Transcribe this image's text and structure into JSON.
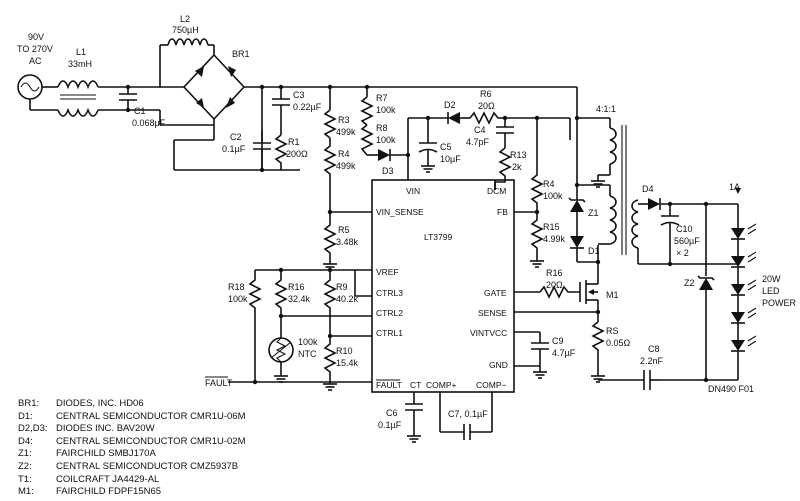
{
  "input": {
    "line1": "90V",
    "line2": "TO 270V",
    "line3": "AC"
  },
  "components": {
    "L1": [
      "L1",
      "33mH"
    ],
    "L2": [
      "L2",
      "750µH"
    ],
    "BR1": [
      "BR1"
    ],
    "C1": [
      "C1",
      "0.068µF"
    ],
    "C2": [
      "C2",
      "0.1µF"
    ],
    "R1": [
      "R1",
      "200Ω"
    ],
    "C3": [
      "C3",
      "0.22µF"
    ],
    "R3": [
      "R3",
      "499k"
    ],
    "R4": [
      "R4",
      "499k"
    ],
    "R5": [
      "R5",
      "3.48k"
    ],
    "R7": [
      "R7",
      "100k"
    ],
    "R8": [
      "R8",
      "100k"
    ],
    "D3": [
      "D3"
    ],
    "D2": [
      "D2"
    ],
    "R6": [
      "R6",
      "20Ω"
    ],
    "C4": [
      "C4",
      "4.7pF"
    ],
    "C5": [
      "C5",
      "10µF"
    ],
    "R13": [
      "R13",
      "2k"
    ],
    "R14": [
      "R4",
      "100k"
    ],
    "R15": [
      "R15",
      "4.99k"
    ],
    "Z1": [
      "Z1"
    ],
    "D1": [
      "D1"
    ],
    "T1": [
      "4:1:1"
    ],
    "D4": [
      "D4"
    ],
    "C10": [
      "C10",
      "560µF",
      "× 2"
    ],
    "Z2": [
      "Z2"
    ],
    "R16": [
      "R16",
      "20Ω"
    ],
    "M1": [
      "M1"
    ],
    "RS": [
      "RS",
      "0.05Ω"
    ],
    "C8": [
      "C8",
      "2.2nF"
    ],
    "C9": [
      "C9",
      "4.7µF"
    ],
    "R18": [
      "R18",
      "100k"
    ],
    "R16b": [
      "R16",
      "32.4k"
    ],
    "R9": [
      "R9",
      "40.2k"
    ],
    "R10": [
      "R10",
      "15.4k"
    ],
    "NTC": [
      "100k",
      "NTC"
    ],
    "C6": [
      "C6",
      "0.1µF"
    ],
    "C7": [
      "C7, 0.1µF"
    ]
  },
  "ic": {
    "name": "LT3799",
    "pins": {
      "vin": "VIN",
      "dcm": "DCM",
      "vin_sense": "VIN_SENSE",
      "fb": "FB",
      "vref": "VREF",
      "ctrl3": "CTRL3",
      "ctrl2": "CTRL2",
      "ctrl1": "CTRL1",
      "gate": "GATE",
      "sense": "SENSE",
      "vintvcc": "VINTVCC",
      "gnd": "GND",
      "fault": "FAULT",
      "ct": "CT",
      "comp_p": "COMP+",
      "comp_m": "COMP−"
    }
  },
  "fault_label": "FAULT",
  "output": {
    "current": "1A",
    "load1": "20W",
    "load2": "LED",
    "load3": "POWER"
  },
  "figure_id": "DN490 F01",
  "bom": [
    [
      "BR1:",
      "DIODES, INC. HD06"
    ],
    [
      "D1:",
      "CENTRAL SEMICONDUCTOR CMR1U-06M"
    ],
    [
      "D2,D3:",
      "DIODES INC. BAV20W"
    ],
    [
      "D4:",
      "CENTRAL SEMICONDUCTOR CMR1U-02M"
    ],
    [
      "Z1:",
      "FAIRCHILD SMBJ170A"
    ],
    [
      "Z2:",
      "CENTRAL SEMICONDUCTOR CMZ5937B"
    ],
    [
      "T1:",
      "COILCRAFT JA4429-AL"
    ],
    [
      "M1:",
      "FAIRCHILD FDPF15N65"
    ]
  ]
}
